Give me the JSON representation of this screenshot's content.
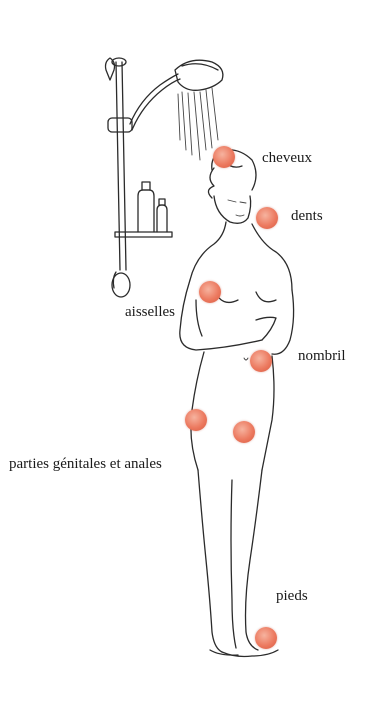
{
  "labels": {
    "cheveux": "cheveux",
    "dents": "dents",
    "aisselles": "aisselles",
    "nombril": "nombril",
    "parties": "parties génitales et anales",
    "pieds": "pieds"
  },
  "colors": {
    "dot": "#ec7a60",
    "line": "#2b2b2b"
  }
}
